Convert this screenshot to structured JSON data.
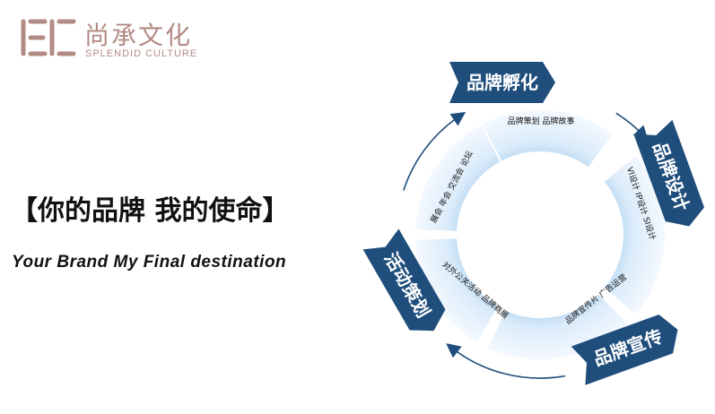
{
  "logo": {
    "text_cn": "尚承文化",
    "text_en": "SPLENDID CULTURE",
    "brand_color": "#b38b85"
  },
  "slogan": {
    "cn": "【你的品牌 我的使命】",
    "en": "Your Brand My Final destination"
  },
  "cycle": {
    "colors": {
      "banner": "#1f4e7c",
      "arrow": "#1f4e7c",
      "segment_light": "#e6f1fb",
      "segment_dark": "#8fc0ea"
    },
    "stages": [
      {
        "title": "品牌孵化",
        "detail": "品牌策划  品牌故事"
      },
      {
        "title": "品牌设计",
        "detail": "VI设计 IP设计 SI设计"
      },
      {
        "title": "品牌宣传",
        "detail": "品牌宣传片 广告运营"
      },
      {
        "title": "活动策划",
        "detail": "对外公关活动 品牌商展"
      }
    ],
    "extra_detail": "展会 年会 交流会 论坛"
  }
}
